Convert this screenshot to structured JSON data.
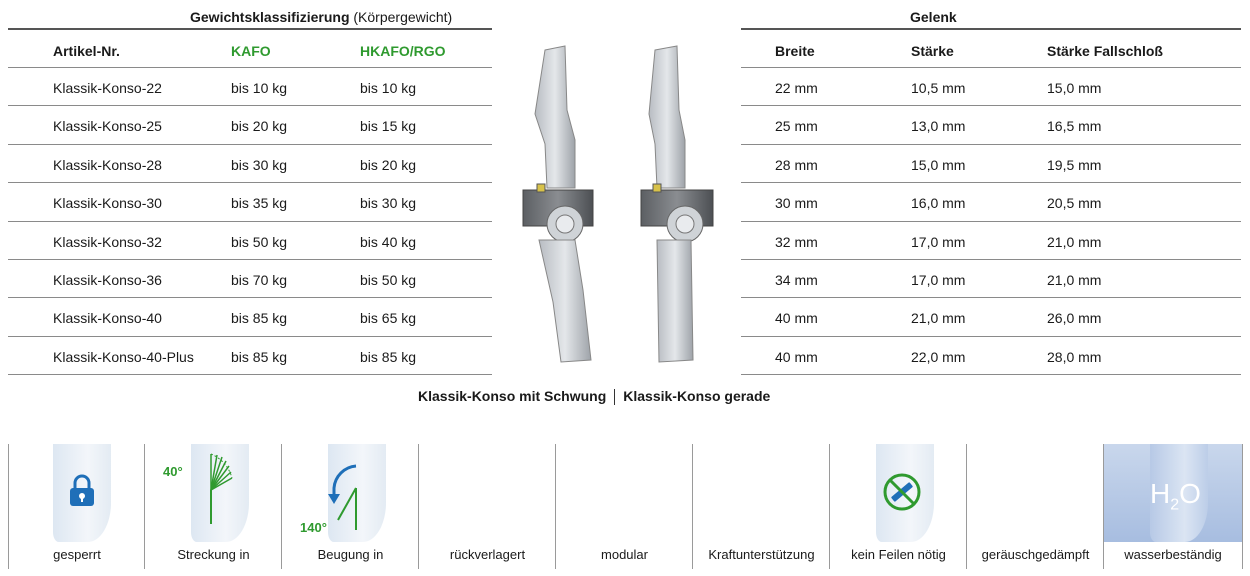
{
  "left_table": {
    "title_bold": "Gewichtsklassifizierung",
    "title_light": "(Körpergewicht)",
    "headers": [
      "Artikel-Nr.",
      "KAFO",
      "HKAFO/RGO"
    ],
    "rows": [
      [
        "Klassik-Konso-22",
        "bis 10 kg",
        "bis 10 kg"
      ],
      [
        "Klassik-Konso-25",
        "bis 20 kg",
        "bis 15 kg"
      ],
      [
        "Klassik-Konso-28",
        "bis 30 kg",
        "bis 20 kg"
      ],
      [
        "Klassik-Konso-30",
        "bis 35 kg",
        "bis 30 kg"
      ],
      [
        "Klassik-Konso-32",
        "bis 50 kg",
        "bis 40 kg"
      ],
      [
        "Klassik-Konso-36",
        "bis 70 kg",
        "bis 50 kg"
      ],
      [
        "Klassik-Konso-40",
        "bis 85 kg",
        "bis 65 kg"
      ],
      [
        "Klassik-Konso-40-Plus",
        "bis 85 kg",
        "bis 85 kg"
      ]
    ]
  },
  "right_table": {
    "title": "Gelenk",
    "headers": [
      "Breite",
      "Stärke",
      "Stärke Fallschloß"
    ],
    "rows": [
      [
        "22 mm",
        "10,5 mm",
        "15,0 mm"
      ],
      [
        "25 mm",
        "13,0 mm",
        "16,5 mm"
      ],
      [
        "28 mm",
        "15,0 mm",
        "19,5 mm"
      ],
      [
        "30 mm",
        "16,0 mm",
        "20,5 mm"
      ],
      [
        "32 mm",
        "17,0 mm",
        "21,0 mm"
      ],
      [
        "34 mm",
        "17,0 mm",
        "21,0 mm"
      ],
      [
        "40 mm",
        "21,0 mm",
        "26,0 mm"
      ],
      [
        "40 mm",
        "22,0 mm",
        "28,0 mm"
      ]
    ]
  },
  "caption": {
    "left": "Klassik-Konso mit Schwung",
    "right": "Klassik-Konso gerade"
  },
  "features": {
    "labels": [
      "gesperrt",
      "Streckung in",
      "Beugung in",
      "rückverlagert",
      "modular",
      "Kraftunterstützung",
      "kein Feilen nötig",
      "geräuschgedämpft",
      "wasserbeständig"
    ],
    "extension_angle": "40°",
    "flexion_angle": "140°",
    "water_h": "H",
    "water_sub": "2",
    "water_o": "O"
  },
  "colors": {
    "green": "#2f9a2f",
    "blue": "#1f6fb8"
  }
}
